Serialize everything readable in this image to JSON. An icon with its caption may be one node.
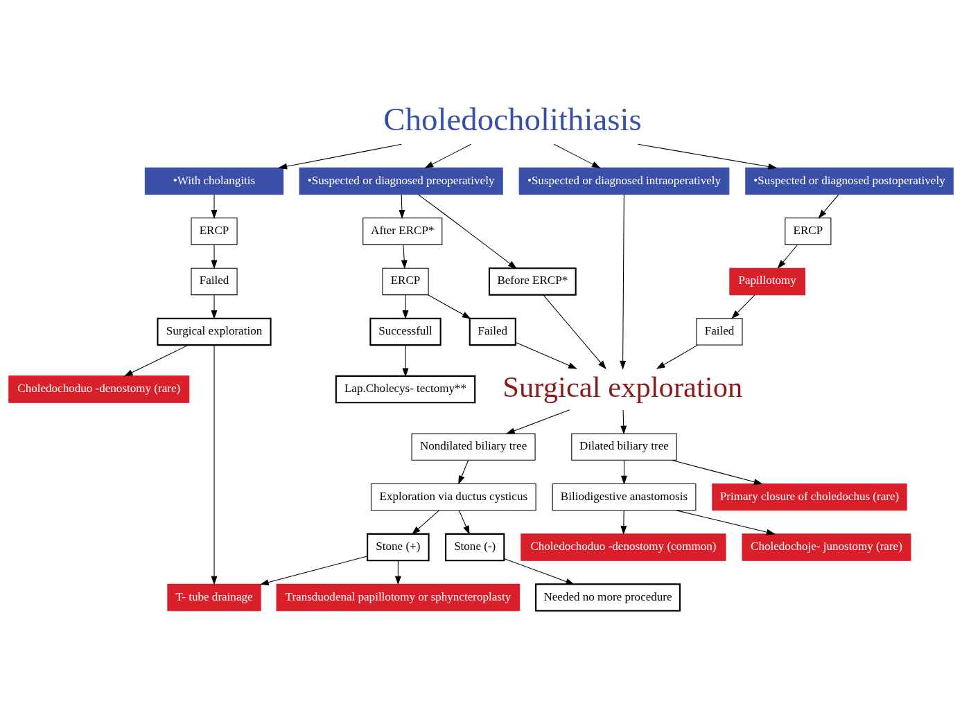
{
  "diagram": {
    "nodes": [
      {
        "text": [
          "Choledocholithiasis"
        ]
      },
      {
        "text": [
          "•With cholangitis"
        ]
      },
      {
        "text": [
          "•Suspected or diagnosed preoperatively"
        ]
      },
      {
        "text": [
          "•Suspected or diagnosed intraoperatively"
        ]
      },
      {
        "text": [
          "•Suspected or diagnosed postoperatively"
        ]
      },
      {
        "text": [
          "ERCP"
        ]
      },
      {
        "text": [
          "After ERCP*"
        ]
      },
      {
        "text": [
          "Before ERCP*"
        ]
      },
      {
        "text": [
          "ERCP"
        ]
      },
      {
        "text": [
          "ERCP"
        ]
      },
      {
        "text": [
          "Papillotomy"
        ]
      },
      {
        "text": [
          "Successfull"
        ]
      },
      {
        "text": [
          "Failed"
        ]
      },
      {
        "text": [
          "Failed"
        ]
      },
      {
        "text": [
          "Failed"
        ]
      },
      {
        "text": [
          "Lap.Cholecys- tectomy**"
        ]
      },
      {
        "text": [
          "Surgical exploration"
        ]
      },
      {
        "text": [
          "Surgical exploration"
        ]
      },
      {
        "text": [
          "Nondilated biliary tree"
        ]
      },
      {
        "text": [
          "Dilated biliary tree"
        ]
      },
      {
        "text": [
          "Choledochoduo -denostomy (rare)"
        ]
      },
      {
        "text": [
          "Exploration via ductus cysticus"
        ]
      },
      {
        "text": [
          "Biliodigestive anastomosis"
        ]
      },
      {
        "text": [
          "Primary closure of choledochus (rare)"
        ]
      },
      {
        "text": [
          "Stone (+)"
        ]
      },
      {
        "text": [
          "Stone (-)"
        ]
      },
      {
        "text": [
          "T- tube drainage"
        ]
      },
      {
        "text": [
          "Transduodenal papillotomy or sphyncteroplasty"
        ]
      },
      {
        "text": [
          "Needed no more procedure"
        ]
      },
      {
        "text": [
          "Choledochoduo -denostomy (common)"
        ]
      },
      {
        "text": [
          "Choledochoje- junostomy (rare)"
        ]
      }
    ],
    "edges": [
      {
        "from": 0,
        "to": 1,
        "arrow": "to"
      },
      {
        "from": 0,
        "to": 2,
        "arrow": "to"
      },
      {
        "from": 0,
        "to": 3,
        "arrow": "to"
      },
      {
        "from": 0,
        "to": 4,
        "arrow": "to"
      },
      {
        "from": 1,
        "to": 5,
        "arrow": "to"
      },
      {
        "from": 2,
        "to": 6,
        "arrow": "to"
      },
      {
        "from": 2,
        "to": 7,
        "arrow": "to"
      },
      {
        "from": 4,
        "to": 9,
        "arrow": "to"
      },
      {
        "from": 6,
        "to": 8,
        "arrow": "to"
      },
      {
        "from": 9,
        "to": 10,
        "arrow": "to"
      },
      {
        "from": 8,
        "to": 11,
        "arrow": "to"
      },
      {
        "from": 8,
        "to": 12,
        "arrow": "to"
      },
      {
        "from": 10,
        "to": 14,
        "arrow": "to"
      },
      {
        "from": 5,
        "to": 13,
        "arrow": "to"
      },
      {
        "from": 11,
        "to": 15,
        "arrow": "to"
      },
      {
        "from": 3,
        "to": 16,
        "arrow": "to"
      },
      {
        "from": 7,
        "to": 16,
        "arrow": "to"
      },
      {
        "from": 12,
        "to": 16,
        "arrow": "to"
      },
      {
        "from": 14,
        "to": 16,
        "arrow": "to"
      },
      {
        "from": 13,
        "to": 17,
        "arrow": "to"
      },
      {
        "from": 16,
        "to": 18,
        "arrow": "to"
      },
      {
        "from": 16,
        "to": 19,
        "arrow": "to"
      },
      {
        "from": 17,
        "to": 20,
        "arrow": "to"
      },
      {
        "from": 17,
        "to": 26,
        "arrow": "to"
      },
      {
        "from": 18,
        "to": 21,
        "arrow": "to"
      },
      {
        "from": 19,
        "to": 22,
        "arrow": "to"
      },
      {
        "from": 19,
        "to": 23,
        "arrow": "to"
      },
      {
        "from": 21,
        "to": 24,
        "arrow": "to"
      },
      {
        "from": 21,
        "to": 25,
        "arrow": "to"
      },
      {
        "from": 24,
        "to": 26,
        "arrow": "to"
      },
      {
        "from": 24,
        "to": 27,
        "arrow": "to"
      },
      {
        "from": 25,
        "to": 28,
        "arrow": "to"
      },
      {
        "from": 22,
        "to": 29,
        "arrow": "to"
      },
      {
        "from": 22,
        "to": 30,
        "arrow": "to"
      }
    ]
  }
}
